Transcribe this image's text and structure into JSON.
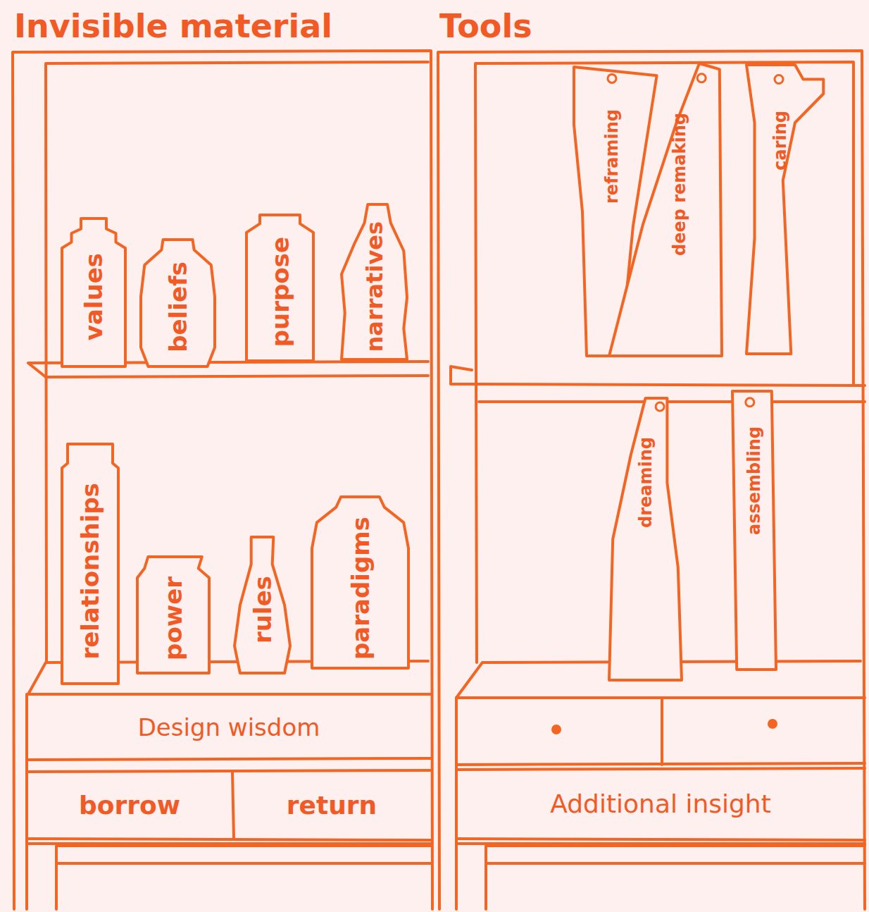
{
  "diagram": {
    "nodes": [
      {
        "text": [
          "Invisible material"
        ]
      },
      {
        "text": [
          "values"
        ],
        "in": 0
      },
      {
        "text": [
          "beliefs"
        ],
        "in": 0
      },
      {
        "text": [
          "purpose"
        ],
        "in": 0
      },
      {
        "text": [
          "narratives"
        ],
        "in": 0
      },
      {
        "text": [
          "relationships"
        ],
        "in": 0
      },
      {
        "text": [
          "power"
        ],
        "in": 0
      },
      {
        "text": [
          "rules"
        ],
        "in": 0
      },
      {
        "text": [
          "paradigms"
        ],
        "in": 0
      },
      {
        "text": [
          "Design wisdom"
        ],
        "in": 0
      },
      {
        "text": [
          "borrow"
        ],
        "in": 0
      },
      {
        "text": [
          "return"
        ],
        "in": 0
      },
      {
        "text": [
          "Tools"
        ]
      },
      {
        "text": [
          "reframing"
        ],
        "in": 12
      },
      {
        "text": [
          "deep remaking"
        ],
        "in": 12
      },
      {
        "text": [
          "caring"
        ],
        "in": 12
      },
      {
        "text": [
          "dreaming"
        ],
        "in": 12
      },
      {
        "text": [
          "assembling"
        ],
        "in": 12
      },
      {
        "text": [
          "Additional insight"
        ],
        "in": 12
      }
    ]
  }
}
